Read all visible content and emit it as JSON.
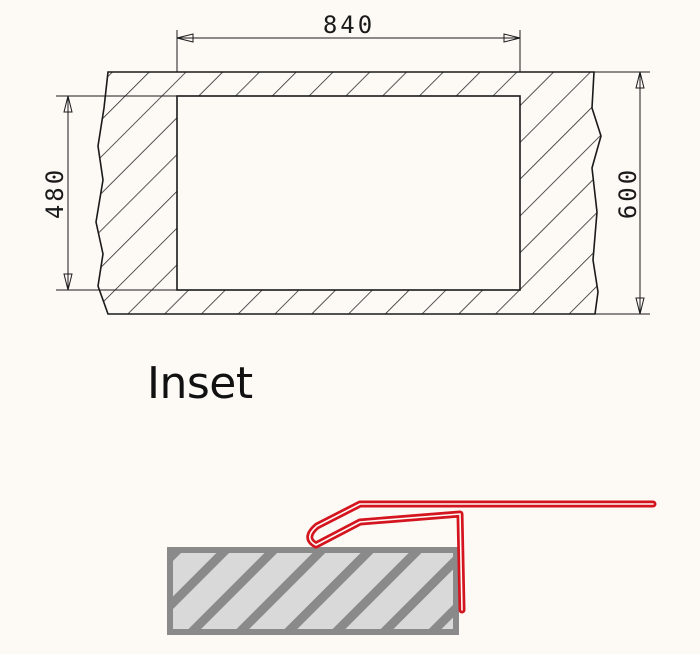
{
  "cutout": {
    "width_label": "840",
    "height_label": "480",
    "overall_depth_label": "600"
  },
  "inset_label": "Inset",
  "colors": {
    "line": "#1a1a1a",
    "hatch": "#2a2a2a",
    "background": "#fdfaf6",
    "sink_rim": "#d4141e",
    "worktop_fill": "#d9d9d9",
    "worktop_hatch": "#8a8a8a"
  }
}
